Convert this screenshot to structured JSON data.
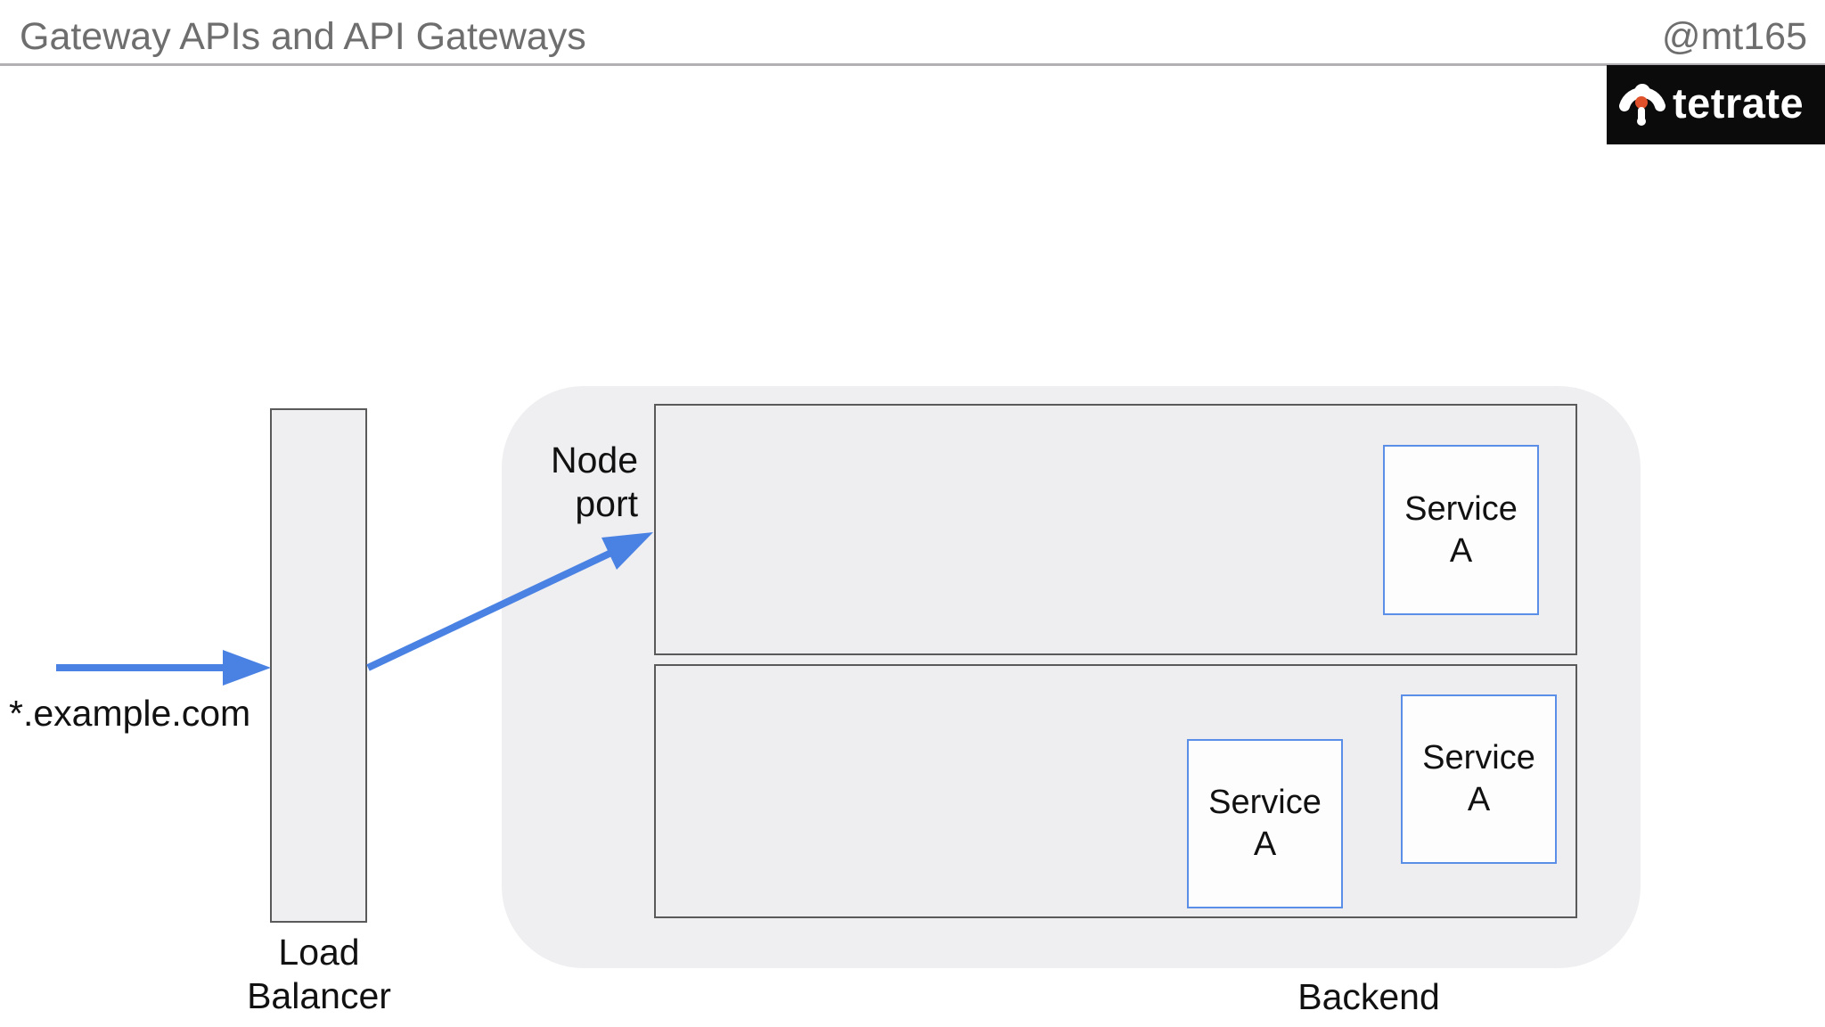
{
  "header": {
    "title": "Gateway APIs and API Gateways",
    "handle": "@mt165"
  },
  "logo": {
    "brand_text": "tetrate",
    "icon": "tetrate-mark-icon"
  },
  "diagram": {
    "domain_label": "*.example.com",
    "load_balancer_label": "Load\nBalancer",
    "node_port_label": "Node\nport",
    "backend_label": "Backend",
    "services": [
      {
        "label": "Service\nA",
        "node": "node-1"
      },
      {
        "label": "Service\nA",
        "node": "node-2"
      },
      {
        "label": "Service\nA",
        "node": "node-2"
      }
    ],
    "arrows": [
      {
        "name": "request-arrow",
        "from": "*.example.com",
        "to": "Load Balancer"
      },
      {
        "name": "node-port-arrow",
        "from": "Load Balancer",
        "to": "Node port"
      }
    ]
  },
  "colors": {
    "arrow_blue": "#4a82e4",
    "service_border_blue": "#5b8ee6",
    "panel_gray": "#efeef0",
    "shape_border_gray": "#5a5a5a",
    "header_text_gray": "#6e6e6e",
    "header_rule_gray": "#b3b0b3",
    "logo_background": "#0b0b0b",
    "logo_orange": "#e0512b",
    "label_black": "#111111"
  }
}
